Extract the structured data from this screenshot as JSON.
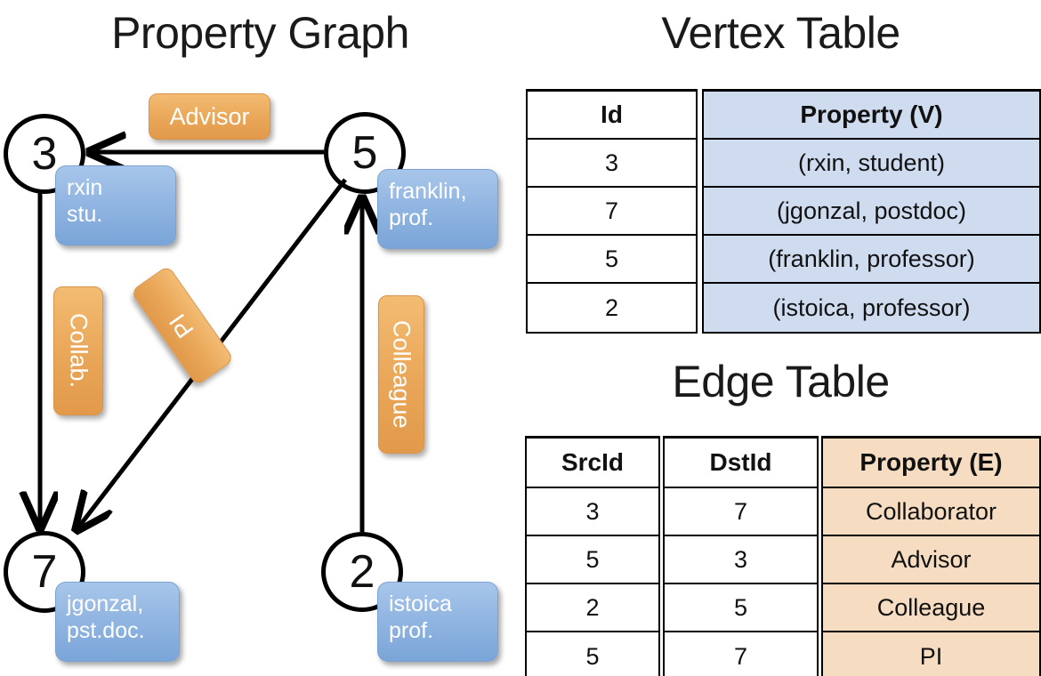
{
  "titles": {
    "graph": "Property Graph",
    "vertex_table": "Vertex Table",
    "edge_table": "Edge Table"
  },
  "graph": {
    "nodes": [
      {
        "id": "3",
        "property_lines": [
          "rxin",
          "stu."
        ]
      },
      {
        "id": "5",
        "property_lines": [
          "franklin,",
          "prof."
        ]
      },
      {
        "id": "7",
        "property_lines": [
          "jgonzal,",
          "pst.doc."
        ]
      },
      {
        "id": "2",
        "property_lines": [
          "istoica",
          "prof."
        ]
      }
    ],
    "edge_labels": [
      {
        "text": "Advisor",
        "orientation": "horizontal"
      },
      {
        "text": "Collab.",
        "orientation": "vertical"
      },
      {
        "text": "PI",
        "orientation": "diagonal"
      },
      {
        "text": "Colleague",
        "orientation": "vertical"
      }
    ],
    "edges": [
      {
        "from": "5",
        "to": "3",
        "label": "Advisor"
      },
      {
        "from": "3",
        "to": "7",
        "label": "Collab."
      },
      {
        "from": "5",
        "to": "7",
        "label": "PI"
      },
      {
        "from": "2",
        "to": "5",
        "label": "Colleague"
      }
    ]
  },
  "vertex_table": {
    "headers": [
      "Id",
      "Property (V)"
    ],
    "rows": [
      {
        "id": "3",
        "property": "(rxin, student)"
      },
      {
        "id": "7",
        "property": "(jgonzal, postdoc)"
      },
      {
        "id": "5",
        "property": "(franklin, professor)"
      },
      {
        "id": "2",
        "property": "(istoica, professor)"
      }
    ]
  },
  "edge_table": {
    "headers": [
      "SrcId",
      "DstId",
      "Property (E)"
    ],
    "rows": [
      {
        "src": "3",
        "dst": "7",
        "property": "Collaborator"
      },
      {
        "src": "5",
        "dst": "3",
        "property": "Advisor"
      },
      {
        "src": "2",
        "dst": "5",
        "property": "Colleague"
      },
      {
        "src": "5",
        "dst": "7",
        "property": "PI"
      }
    ]
  },
  "colors": {
    "vertex_property_fill": "#cfdcef",
    "edge_property_fill": "#f6ddc2",
    "node_property_box": "#8fb4e0",
    "edge_label_box": "#eaa85a",
    "stroke": "#000000"
  }
}
